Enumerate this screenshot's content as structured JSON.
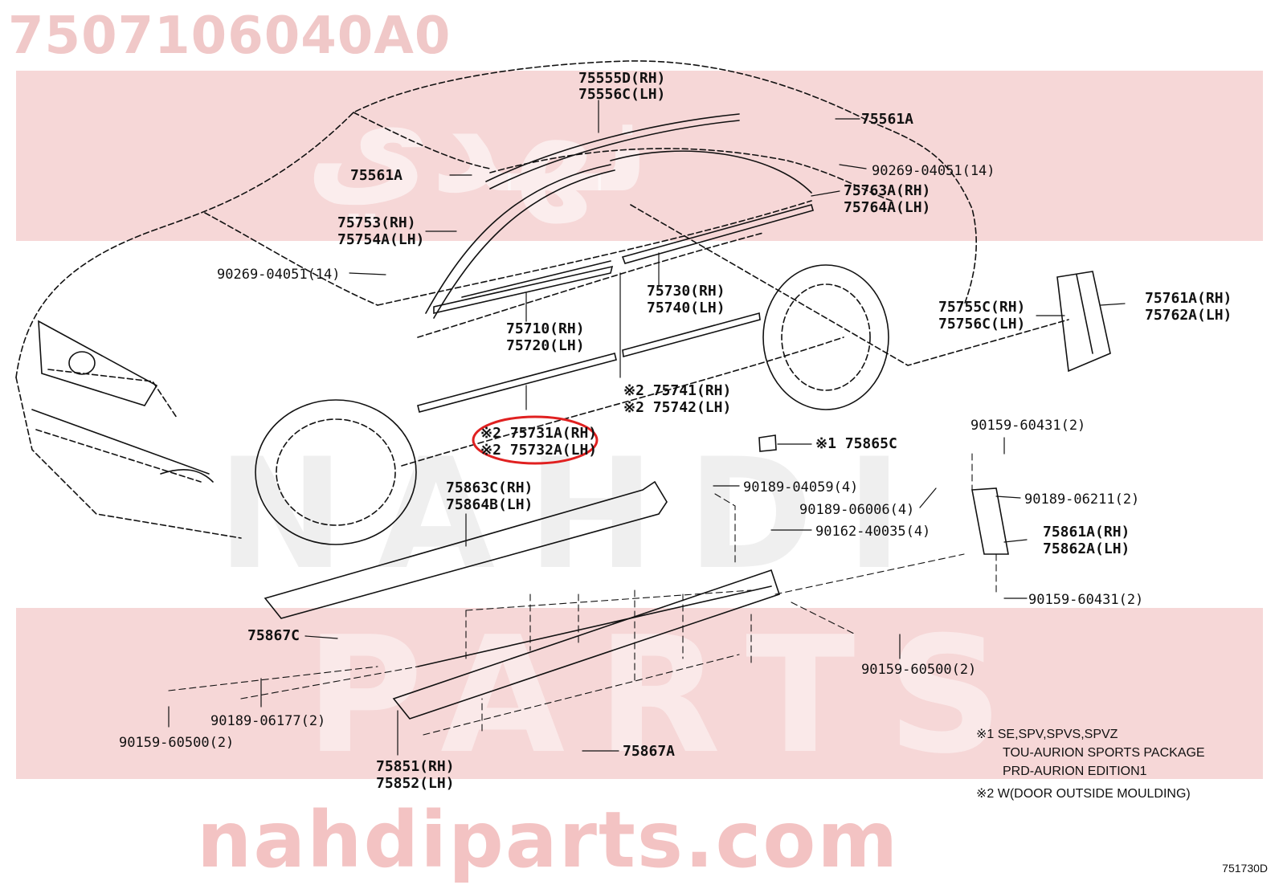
{
  "page": {
    "part_number": "7507106040A0",
    "website": "nahdiparts.com",
    "watermark_arabic": "نهدي",
    "watermark_latin_1": "NAHDI",
    "watermark_latin_2": "PARTS",
    "diagram_code": "751730D"
  },
  "labels": {
    "l_75555D": "75555D(RH)",
    "l_75556C": "75556C(LH)",
    "l_75561A_r": "75561A",
    "l_75561A_l": "75561A",
    "l_90269_r": "90269-04051(14)",
    "l_75763A": "75763A(RH)",
    "l_75764A": "75764A(LH)",
    "l_75753": "75753(RH)",
    "l_75754A": "75754A(LH)",
    "l_90269_l": "90269-04051(14)",
    "l_75730": "75730(RH)",
    "l_75740": "75740(LH)",
    "l_75755C": "75755C(RH)",
    "l_75756C": "75756C(LH)",
    "l_75761A": "75761A(RH)",
    "l_75762A": "75762A(LH)",
    "l_75710": "75710(RH)",
    "l_75720": "75720(LH)",
    "l_75741": "※2 75741(RH)",
    "l_75742": "※2 75742(LH)",
    "l_75731A": "※2 75731A(RH)",
    "l_75732A": "※2 75732A(LH)",
    "l_90159_60431_t": "90159-60431(2)",
    "l_75865C": "※1 75865C",
    "l_90189_04059": "90189-04059(4)",
    "l_90189_06006": "90189-06006(4)",
    "l_90189_06211": "90189-06211(2)",
    "l_75863C": "75863C(RH)",
    "l_75864B": "75864B(LH)",
    "l_90162_40035": "90162-40035(4)",
    "l_75861A": "75861A(RH)",
    "l_75862A": "75862A(LH)",
    "l_90159_60431_b": "90159-60431(2)",
    "l_75867C": "75867C",
    "l_90159_60500_r": "90159-60500(2)",
    "l_90189_06177": "90189-06177(2)",
    "l_90159_60500_l": "90159-60500(2)",
    "l_75851": "75851(RH)",
    "l_75852": "75852(LH)",
    "l_75867A": "75867A"
  },
  "notes": {
    "n1_line1": "※1 SE,SPV,SPVS,SPVZ",
    "n1_line2": "TOU-AURION SPORTS PACKAGE",
    "n1_line3": "PRD-AURION EDITION1",
    "n2_line1": "※2 W(DOOR OUTSIDE MOULDING)"
  },
  "colors": {
    "watermark_band": "#f6d7d7",
    "highlight_circle": "#e02020",
    "line": "#111111"
  }
}
